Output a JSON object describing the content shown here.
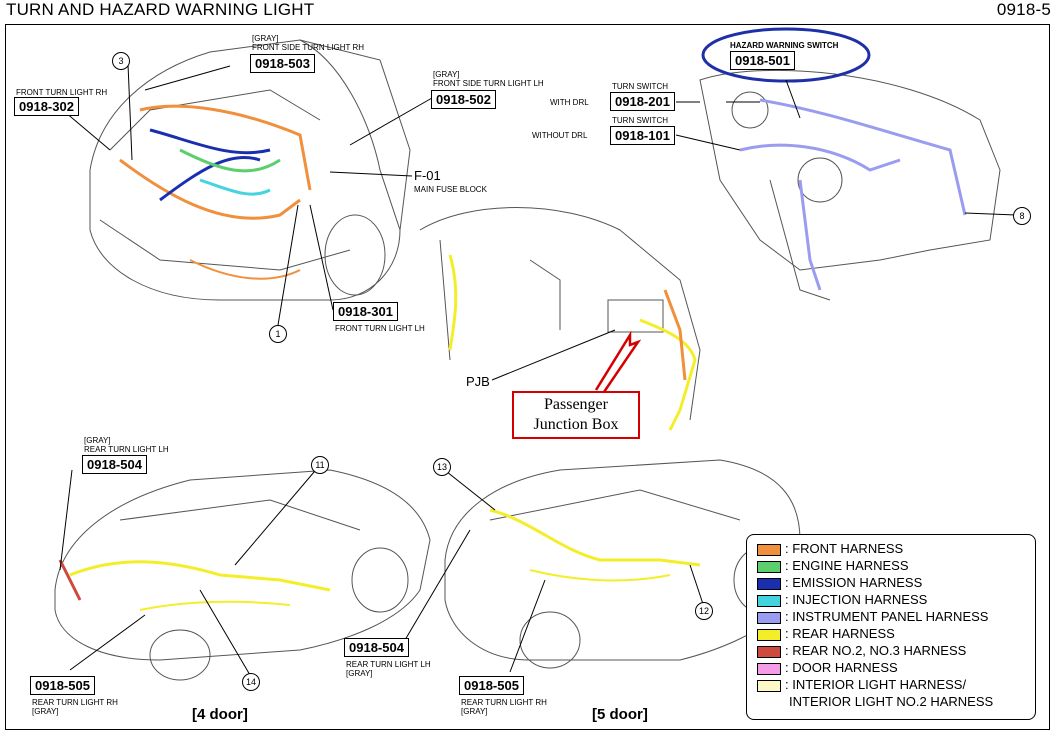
{
  "header": {
    "title": "TURN AND HAZARD WARNING LIGHT",
    "page": "0918-5"
  },
  "refs": {
    "front_side_rh": {
      "code": "0918-503",
      "caption1": "[GRAY]",
      "caption2": "FRONT SIDE TURN LIGHT RH"
    },
    "front_rh": {
      "code": "0918-302",
      "caption": "FRONT TURN LIGHT RH"
    },
    "front_side_lh": {
      "code": "0918-502",
      "caption1": "[GRAY]",
      "caption2": "FRONT SIDE TURN LIGHT LH"
    },
    "fuse": {
      "code": "F-01",
      "caption": "MAIN FUSE BLOCK"
    },
    "front_lh": {
      "code": "0918-301",
      "caption": "FRONT TURN LIGHT LH"
    },
    "hazard": {
      "code": "0918-501",
      "caption": "HAZARD WARNING SWITCH"
    },
    "turn_drl": {
      "code": "0918-201",
      "caption_top": "TURN SWITCH",
      "caption_side": "WITH DRL"
    },
    "turn_nodrl": {
      "code": "0918-101",
      "caption_top": "TURN SWITCH",
      "caption_side": "WITHOUT DRL"
    },
    "rear_lh_4": {
      "code": "0918-504",
      "caption1": "[GRAY]",
      "caption2": "REAR TURN LIGHT LH"
    },
    "rear_rh_4": {
      "code": "0918-505",
      "caption1": "REAR TURN LIGHT RH",
      "caption2": "[GRAY]"
    },
    "rear_lh_5": {
      "code": "0918-504",
      "caption1": "REAR TURN LIGHT LH",
      "caption2": "[GRAY]"
    },
    "rear_rh_5": {
      "code": "0918-505",
      "caption1": "REAR TURN LIGHT RH",
      "caption2": "[GRAY]"
    }
  },
  "markers": {
    "m1": "1",
    "m3": "3",
    "m8": "8",
    "m11": "11",
    "m12": "12",
    "m13": "13",
    "m14": "14"
  },
  "pjb": {
    "label": "PJB",
    "callout_line1": "Passenger",
    "callout_line2": "Junction Box"
  },
  "views": {
    "four_door": "[4 door]",
    "five_door": "[5 door]"
  },
  "legend": [
    {
      "label": ": FRONT HARNESS",
      "color": "#f0903c"
    },
    {
      "label": ": ENGINE HARNESS",
      "color": "#5ccf6c"
    },
    {
      "label": ": EMISSION HARNESS",
      "color": "#1a2fb0"
    },
    {
      "label": ": INJECTION HARNESS",
      "color": "#44d4e0"
    },
    {
      "label": ": INSTRUMENT PANEL HARNESS",
      "color": "#9a9cf0"
    },
    {
      "label": ": REAR HARNESS",
      "color": "#f4ee2a"
    },
    {
      "label": ": REAR NO.2, NO.3 HARNESS",
      "color": "#cc4a3e"
    },
    {
      "label": ": DOOR HARNESS",
      "color": "#f49ce8"
    },
    {
      "label": ": INTERIOR LIGHT HARNESS/",
      "label2": "INTERIOR LIGHT NO.2 HARNESS",
      "color": "#fcf8c8"
    }
  ],
  "colors": {
    "highlight_oval": "#1f2fa8",
    "callout": "#d40000"
  }
}
